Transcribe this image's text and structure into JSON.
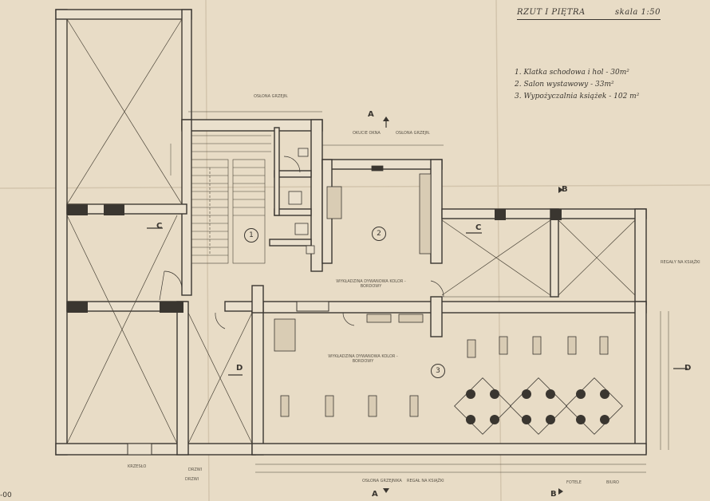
{
  "sheet": {
    "title": "RZUT I PIĘTRA",
    "scale": "skala 1:50",
    "corner_text": "-00"
  },
  "legend": [
    {
      "text": "1. Klatka schodowa i hol - 30m²"
    },
    {
      "text": "2. Salon wystawowy - 33m²"
    },
    {
      "text": "3. Wypożyczalnia książek - 102 m²"
    }
  ],
  "section_marks": {
    "A_top": "A",
    "A_bottom": "A",
    "B_top": "B",
    "B_bottom": "B",
    "C_left": "C",
    "C_right": "C",
    "D_left": "D",
    "D_right": "D"
  },
  "rooms": {
    "r1": "1",
    "r2": "2",
    "r3": "3"
  },
  "annotations": {
    "floor2": "WYKŁADZINA DYWANOWA KOLOR - BORDOWY",
    "floor3": "WYKŁADZINA DYWANOWA KOLOR - BORDOWY",
    "window_top": "OKUCIE OKNA",
    "grzejnik_top": "OSŁONA GRZEJN.",
    "grzejnik_left": "OSŁONA GRZEJN.",
    "shelves_right": "REGAŁY NA KSIĄŻKI",
    "footer_left": "KRZESŁO",
    "footer_mid1": "OSŁONA GRZEJNIKA",
    "footer_mid2": "REGAŁ NA KSIĄŻKI",
    "footer_right1": "FOTELE",
    "footer_right2": "BIURO",
    "door1": "DRZWI",
    "door2": "DRZWI"
  },
  "colors": {
    "paper": "#e8dcc6",
    "ink": "#3a3630",
    "wall": "#eae0cd"
  }
}
